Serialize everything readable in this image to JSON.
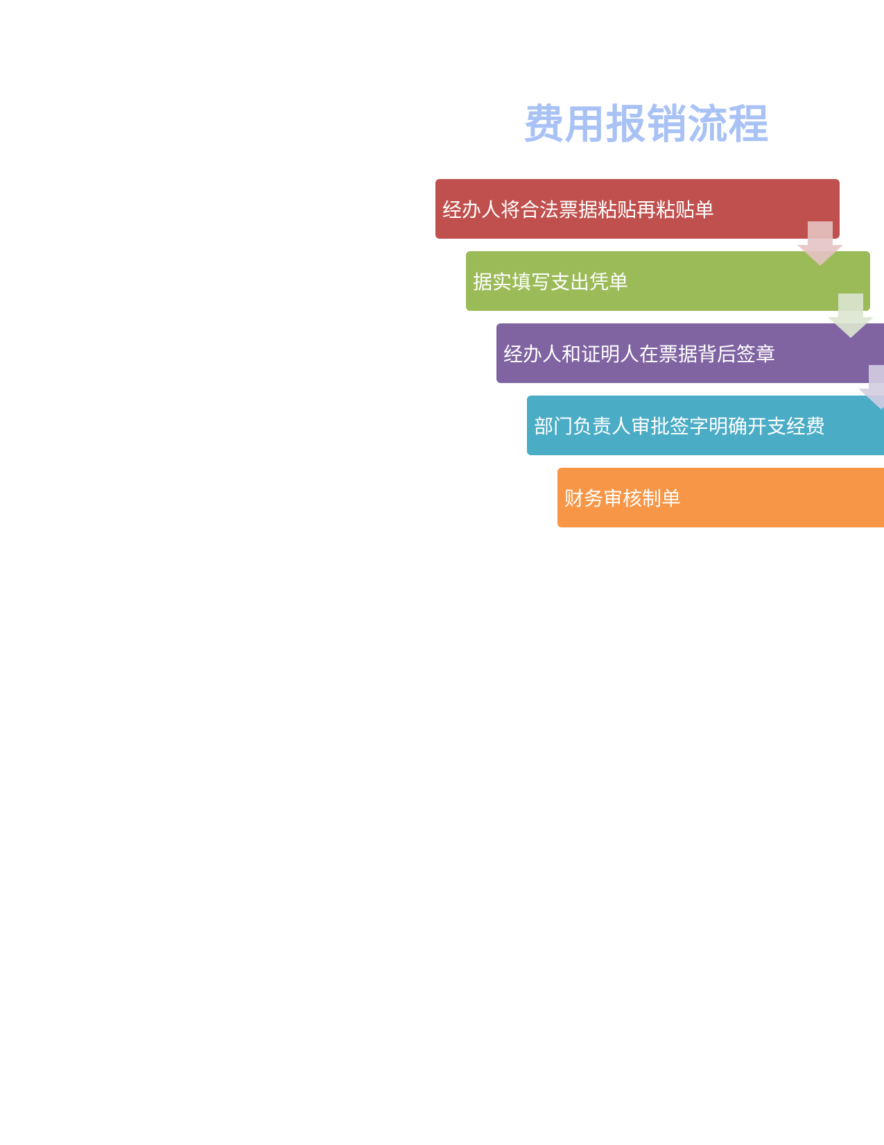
{
  "title": "费用报销流程",
  "steps": [
    {
      "label": "经办人将合法票据粘贴再粘贴单",
      "color": "#c0504d"
    },
    {
      "label": "据实填写支出凭单",
      "color": "#9bbb59"
    },
    {
      "label": "经办人和证明人在票据背后签章",
      "color": "#8064a2"
    },
    {
      "label": "部门负责人审批签字明确开支经费",
      "color": "#4bacc6"
    },
    {
      "label": "财务审核制单",
      "color": "#f79646"
    }
  ],
  "connectors": [
    {
      "icon": "down-arrow-icon",
      "color": "#e6c3c3"
    },
    {
      "icon": "down-arrow-icon",
      "color": "#dbe5cf"
    },
    {
      "icon": "down-arrow-icon",
      "color": "#d3cce1"
    }
  ]
}
